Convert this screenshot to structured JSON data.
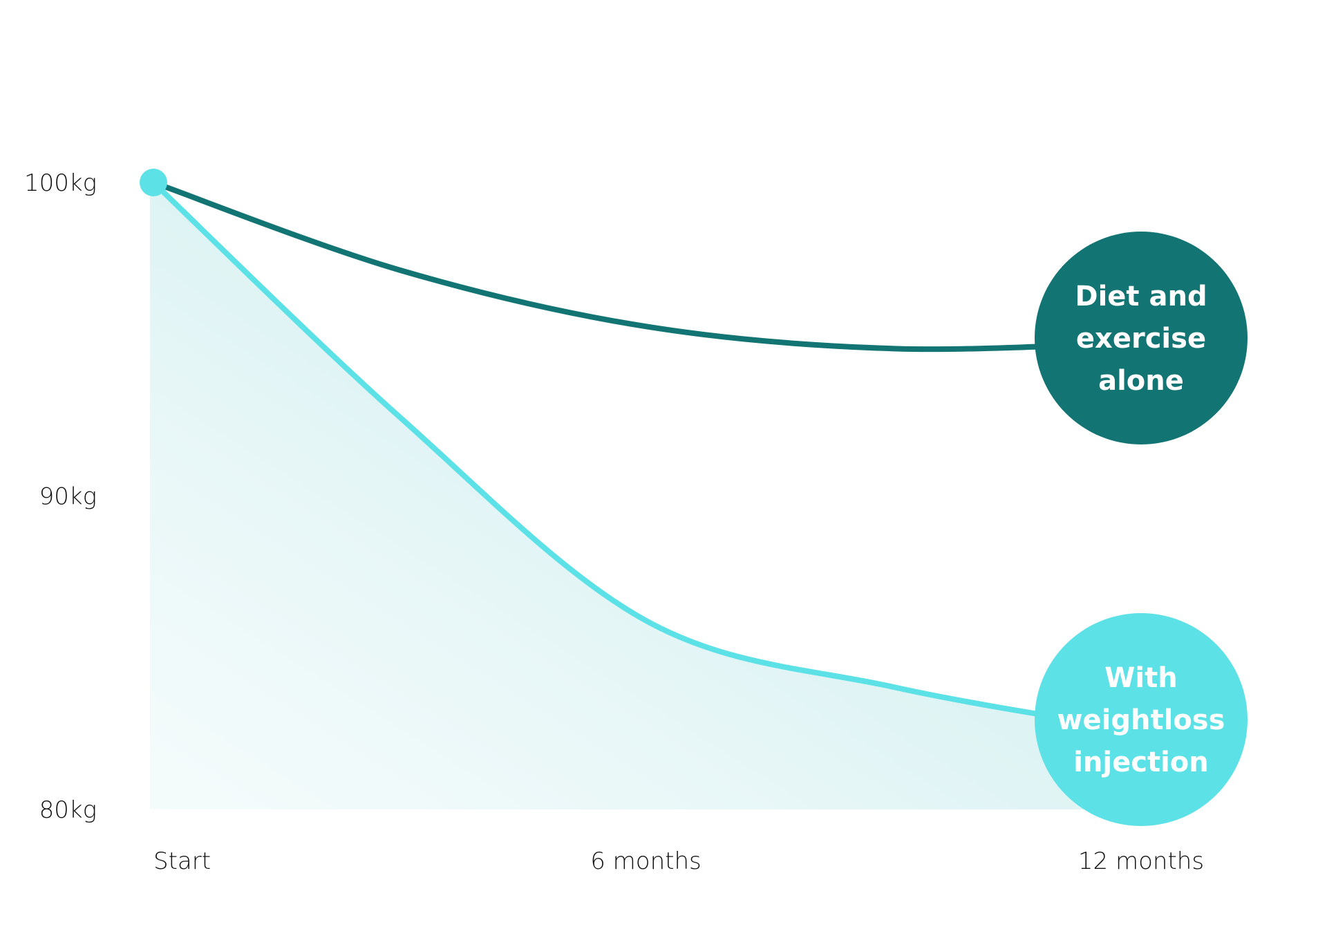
{
  "chart_data": {
    "type": "line",
    "title": "",
    "xlabel": "",
    "ylabel": "",
    "x_ticks": [
      {
        "value": 0,
        "label": "Start"
      },
      {
        "value": 6,
        "label": "6 months"
      },
      {
        "value": 12,
        "label": "12 months"
      }
    ],
    "y_ticks": [
      {
        "value": 100,
        "label": "100kg"
      },
      {
        "value": 90,
        "label": "90kg"
      },
      {
        "value": 80,
        "label": "80kg"
      }
    ],
    "xlim": [
      0,
      12
    ],
    "ylim": [
      80,
      100
    ],
    "grid": false,
    "series": [
      {
        "name": "Diet and exercise alone",
        "label_lines": [
          "Diet and",
          "exercise",
          "alone"
        ],
        "color": "#127473",
        "x": [
          0,
          3,
          6,
          9,
          12
        ],
        "values": [
          100,
          97.2,
          95.4,
          94.7,
          94.9
        ]
      },
      {
        "name": "With weightloss injection",
        "label_lines": [
          "With",
          "weightloss",
          "injection"
        ],
        "color": "#5ce1e6",
        "fill": "#bfe8ea",
        "x": [
          0,
          3,
          6,
          9,
          12
        ],
        "values": [
          100,
          92.5,
          86.0,
          83.9,
          82.5
        ]
      }
    ]
  }
}
